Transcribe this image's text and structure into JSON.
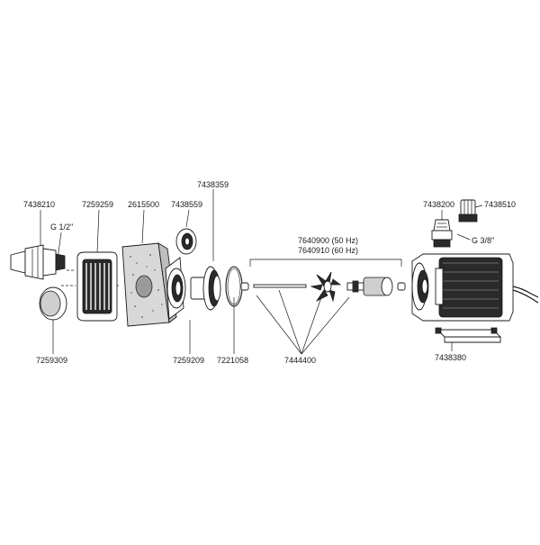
{
  "parts": {
    "p7438210": "7438210",
    "p7259259": "7259259",
    "p2615500": "2615500",
    "p7438559": "7438559",
    "p7438359": "7438359",
    "p7438200": "7438200",
    "p7438510": "7438510",
    "p7259309": "7259309",
    "p7259209": "7259209",
    "p7221058": "7221058",
    "p7444400": "7444400",
    "p7438380": "7438380",
    "p7640900": "7640900 (50 Hz)",
    "p7640910": "7640910 (60 Hz)"
  },
  "threads": {
    "g_half": "G 1/2\"",
    "g_3_8": "G 3/8\""
  }
}
